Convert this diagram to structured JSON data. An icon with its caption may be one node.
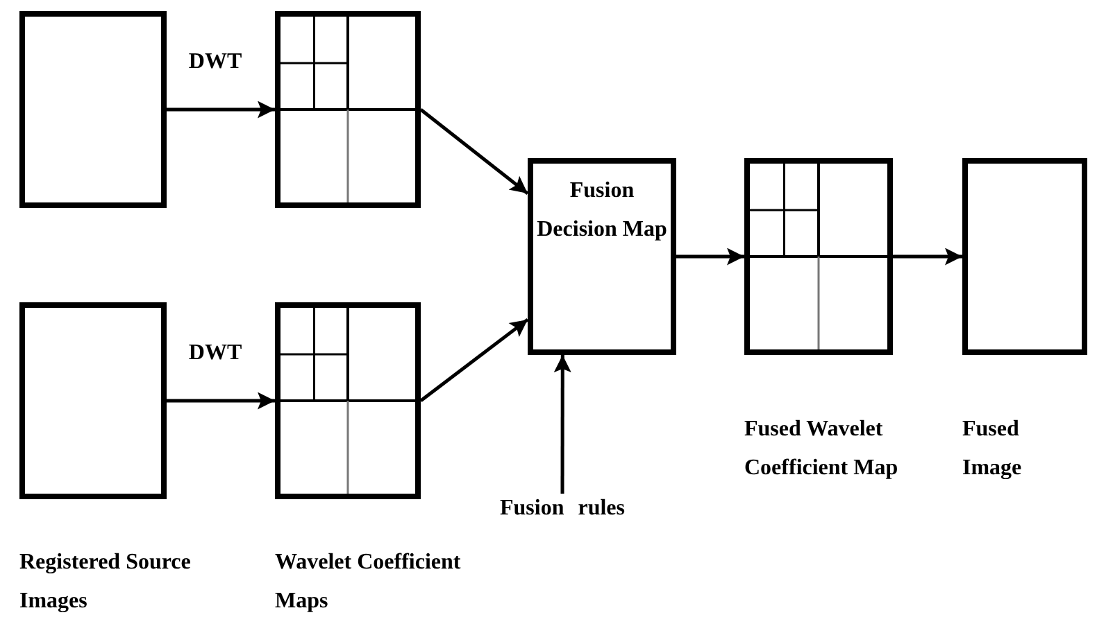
{
  "diagram": {
    "nodes": [
      {
        "text": [],
        "shape": "box"
      },
      {
        "text": [],
        "shape": "grid"
      },
      {
        "text": [],
        "shape": "box",
        "beside": [
          "Registered Source Images"
        ]
      },
      {
        "text": [],
        "shape": "grid",
        "beside": [
          "Wavelet Coefficient Maps"
        ]
      },
      {
        "text": [
          "Fusion Decision Map"
        ]
      },
      {
        "text": [],
        "shape": "grid",
        "beside": [
          "Fused Wavelet Coefficient Map"
        ]
      },
      {
        "text": [],
        "shape": "box",
        "beside": [
          "Fused Image"
        ]
      },
      {
        "text": [
          "Fusion rules"
        ]
      }
    ],
    "edges": [
      {
        "from": 0,
        "to": 1,
        "arrow": "to",
        "label": "DWT"
      },
      {
        "from": 2,
        "to": 3,
        "arrow": "to",
        "label": "DWT"
      },
      {
        "from": 1,
        "to": 4,
        "arrow": "to"
      },
      {
        "from": 3,
        "to": 4,
        "arrow": "to"
      },
      {
        "from": 4,
        "to": 5,
        "arrow": "to"
      },
      {
        "from": 5,
        "to": 6,
        "arrow": "to"
      },
      {
        "from": 7,
        "to": 4,
        "arrow": "to"
      }
    ]
  }
}
